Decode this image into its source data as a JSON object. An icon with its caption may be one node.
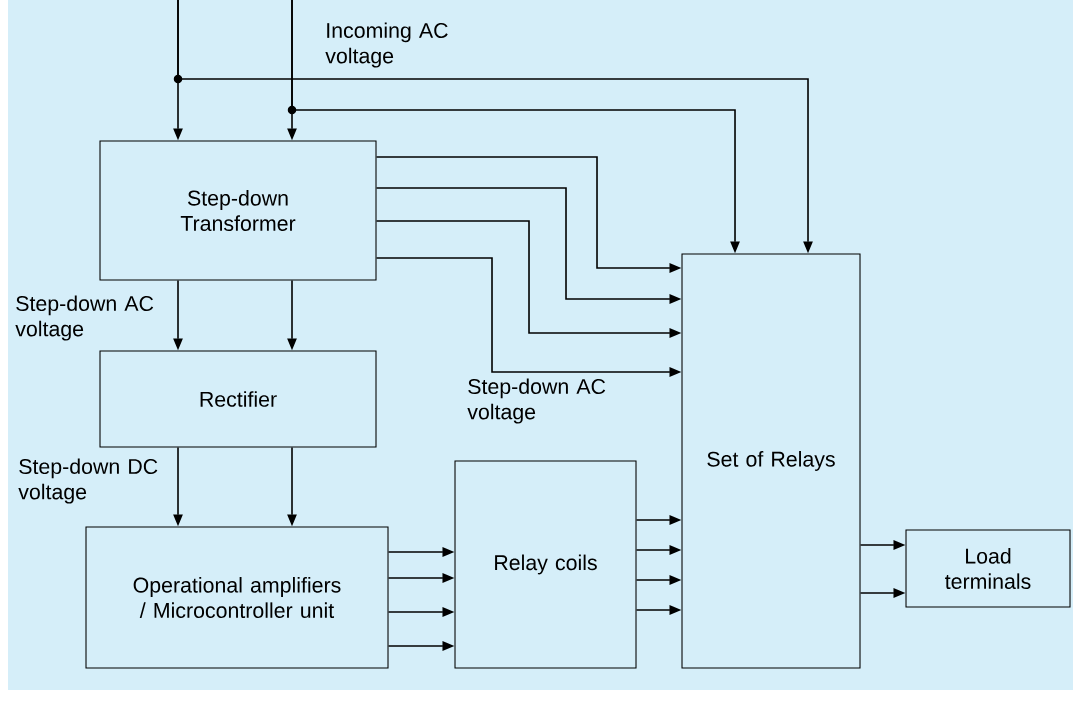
{
  "diagram": {
    "nodes": [
      {
        "text": [
          "Step-down Transformer"
        ]
      },
      {
        "text": [
          "Rectifier"
        ]
      },
      {
        "text": [
          "Operational amplifiers / Microcontroller unit"
        ]
      },
      {
        "text": [
          "Relay coils"
        ]
      },
      {
        "text": [
          "Set of Relays"
        ]
      },
      {
        "text": [
          "Load terminals"
        ]
      }
    ],
    "edges": [
      {
        "from": null,
        "to": 0,
        "arrow": "to"
      },
      {
        "from": null,
        "to": 0,
        "arrow": "to"
      },
      {
        "from": null,
        "to": 4,
        "arrow": "to"
      },
      {
        "from": null,
        "to": 4,
        "arrow": "to"
      },
      {
        "from": 0,
        "to": 4,
        "arrow": "to"
      },
      {
        "from": 0,
        "to": 4,
        "arrow": "to"
      },
      {
        "from": 0,
        "to": 4,
        "arrow": "to"
      },
      {
        "from": 0,
        "to": 4,
        "arrow": "to"
      },
      {
        "from": 0,
        "to": 1,
        "arrow": "to"
      },
      {
        "from": 0,
        "to": 1,
        "arrow": "to"
      },
      {
        "from": 1,
        "to": 2,
        "arrow": "to"
      },
      {
        "from": 1,
        "to": 2,
        "arrow": "to"
      },
      {
        "from": 2,
        "to": 3,
        "arrow": "to"
      },
      {
        "from": 2,
        "to": 3,
        "arrow": "to"
      },
      {
        "from": 2,
        "to": 3,
        "arrow": "to"
      },
      {
        "from": 2,
        "to": 3,
        "arrow": "to"
      },
      {
        "from": 3,
        "to": 4,
        "arrow": "to"
      },
      {
        "from": 3,
        "to": 4,
        "arrow": "to"
      },
      {
        "from": 3,
        "to": 4,
        "arrow": "to"
      },
      {
        "from": 3,
        "to": 4,
        "arrow": "to"
      },
      {
        "from": 4,
        "to": 5,
        "arrow": "to"
      },
      {
        "from": 4,
        "to": 5,
        "arrow": "to"
      }
    ],
    "labels": [
      "Incoming AC voltage",
      "Step-down AC voltage",
      "Step-down AC voltage",
      "Step-down DC voltage"
    ]
  }
}
